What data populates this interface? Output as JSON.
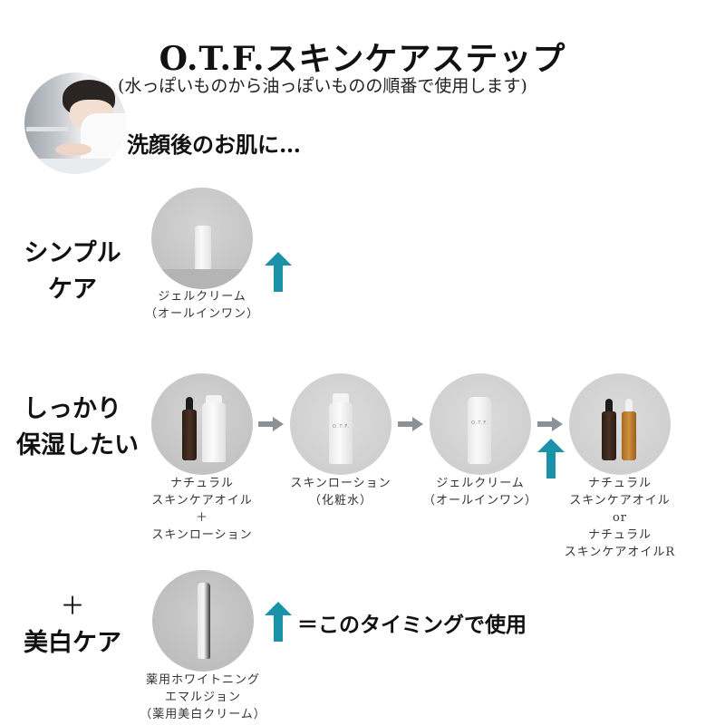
{
  "header": {
    "title": "O.T.F.スキンケアステップ",
    "subtitle": "(水っぽいものから油っぽいものの順番で使用します)",
    "intro": "洗顔後のお肌に…"
  },
  "colors": {
    "teal_arrow": "#1a93a8",
    "gray_arrow": "#8b9196",
    "circle_bg": "#c8c8c8",
    "text": "#111111"
  },
  "icons": {
    "timing_arrow": "teal-up-arrow-icon",
    "step_arrow": "gray-right-arrow-icon"
  },
  "rows": [
    {
      "label_lines": [
        "シンプル",
        "ケア"
      ],
      "steps": [
        {
          "caption_lines": [
            "ジェルクリーム",
            "（オールインワン）"
          ],
          "product": "gel-cream-tube"
        }
      ]
    },
    {
      "label_lines": [
        "しっかり",
        "保湿したい"
      ],
      "steps": [
        {
          "caption_lines": [
            "ナチュラル",
            "スキンケアオイル",
            "＋",
            "スキンローション"
          ],
          "product": "oil-and-lotion"
        },
        {
          "caption_lines": [
            "スキンローション",
            "（化粧水）"
          ],
          "product": "skin-lotion-bottle"
        },
        {
          "caption_lines": [
            "ジェルクリーム",
            "（オールインワン）"
          ],
          "product": "gel-cream-tube"
        },
        {
          "caption_lines": [
            "ナチュラル",
            "スキンケアオイル",
            "or",
            "ナチュラル",
            "スキンケアオイルR"
          ],
          "product": "two-oil-bottles"
        }
      ]
    },
    {
      "label_lines": [
        "＋",
        "美白ケア"
      ],
      "steps": [
        {
          "caption_lines": [
            "薬用ホワイトニング",
            "エマルジョン",
            "（薬用美白クリーム）"
          ],
          "product": "whitening-emulsion-tube"
        }
      ]
    }
  ],
  "legend": {
    "text": "＝このタイミングで使用"
  },
  "product_logo": "O.T.F."
}
